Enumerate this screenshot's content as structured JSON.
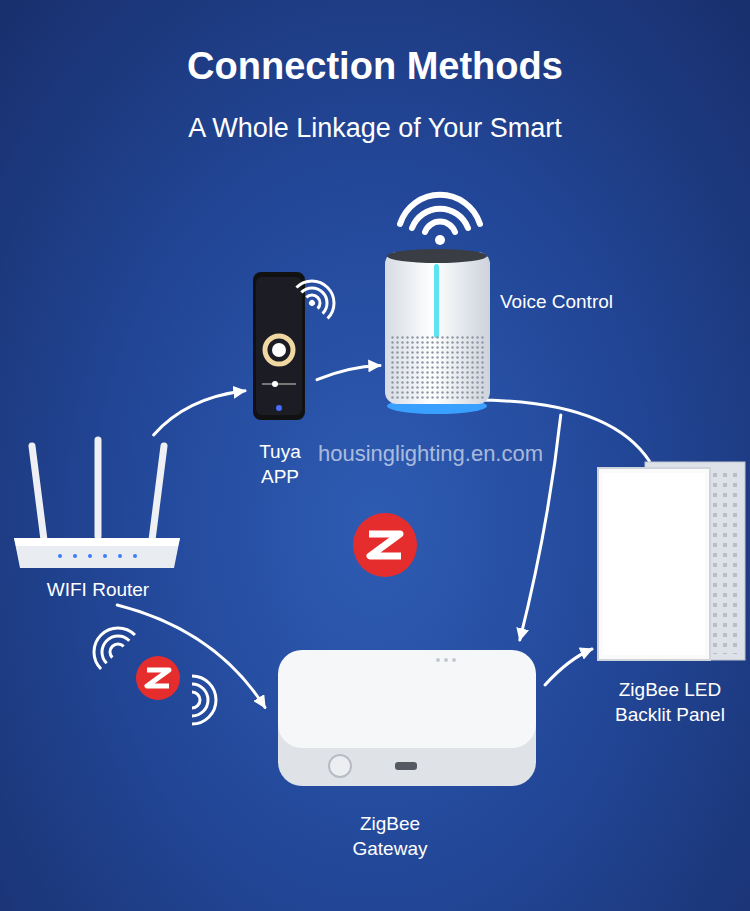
{
  "diagram": {
    "title": "Connection Methods",
    "nodes": [
      {
        "text": [
          "Tuya APP"
        ]
      },
      {
        "text": [
          "Voice Control"
        ]
      },
      {
        "text": [
          "WIFI Router"
        ]
      },
      {
        "text": [
          "ZigBee LED Backlit Panel"
        ]
      },
      {
        "text": [
          "ZigBee Gateway"
        ]
      }
    ],
    "edges": [
      {
        "from": 2,
        "to": 0,
        "arrow": "to"
      },
      {
        "from": 0,
        "to": 1,
        "arrow": "to"
      },
      {
        "from": 1,
        "to": 4,
        "arrow": "to"
      },
      {
        "from": 2,
        "to": 4,
        "arrow": "to"
      },
      {
        "from": 4,
        "to": 3,
        "arrow": "to"
      }
    ],
    "labels": [
      "A Whole Linkage of Your Smart",
      "housinglighting.en.com"
    ]
  }
}
